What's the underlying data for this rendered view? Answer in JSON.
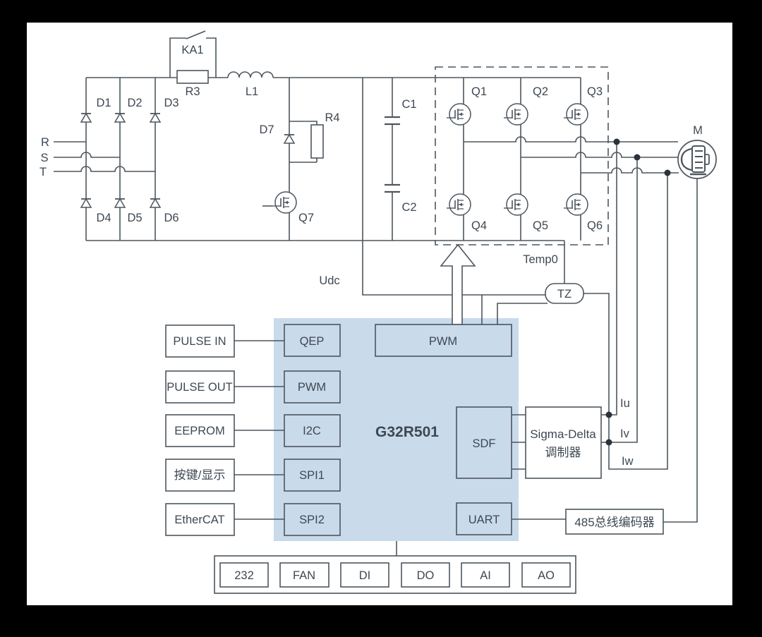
{
  "power": {
    "phase_inputs": [
      "R",
      "S",
      "T"
    ],
    "diodes_top": [
      "D1",
      "D2",
      "D3"
    ],
    "diodes_bottom": [
      "D4",
      "D5",
      "D6"
    ],
    "relay": "KA1",
    "precharge_resistor": "R3",
    "inductor": "L1",
    "freewheel_diode": "D7",
    "brake_resistor": "R4",
    "brake_transistor": "Q7",
    "capacitors": [
      "C1",
      "C2"
    ],
    "inverter_top": [
      "Q1",
      "Q2",
      "Q3"
    ],
    "inverter_bottom": [
      "Q4",
      "Q5",
      "Q6"
    ],
    "motor": "M",
    "dc_bus": "Udc",
    "temperature": "Temp0",
    "trip_zone": "TZ",
    "currents": [
      "Iu",
      "Iv",
      "Iw"
    ]
  },
  "mcu": {
    "name": "G32R501",
    "pwm_top": "PWM",
    "left_peripherals": [
      "QEP",
      "PWM",
      "I2C",
      "SPI1",
      "SPI2"
    ],
    "right_peripherals": [
      "SDF",
      "UART"
    ]
  },
  "io": {
    "left_devices": [
      "PULSE IN",
      "PULSE OUT",
      "EEPROM",
      "按键/显示",
      "EtherCAT"
    ],
    "sigma_delta_line1": "Sigma-Delta",
    "sigma_delta_line2": "调制器",
    "encoder": "485总线编码器",
    "bottom_ports": [
      "232",
      "FAN",
      "DI",
      "DO",
      "AI",
      "AO"
    ]
  },
  "colors": {
    "accent_fill": "#c9daeb",
    "line": "#4d565e",
    "text": "#3e4852"
  }
}
